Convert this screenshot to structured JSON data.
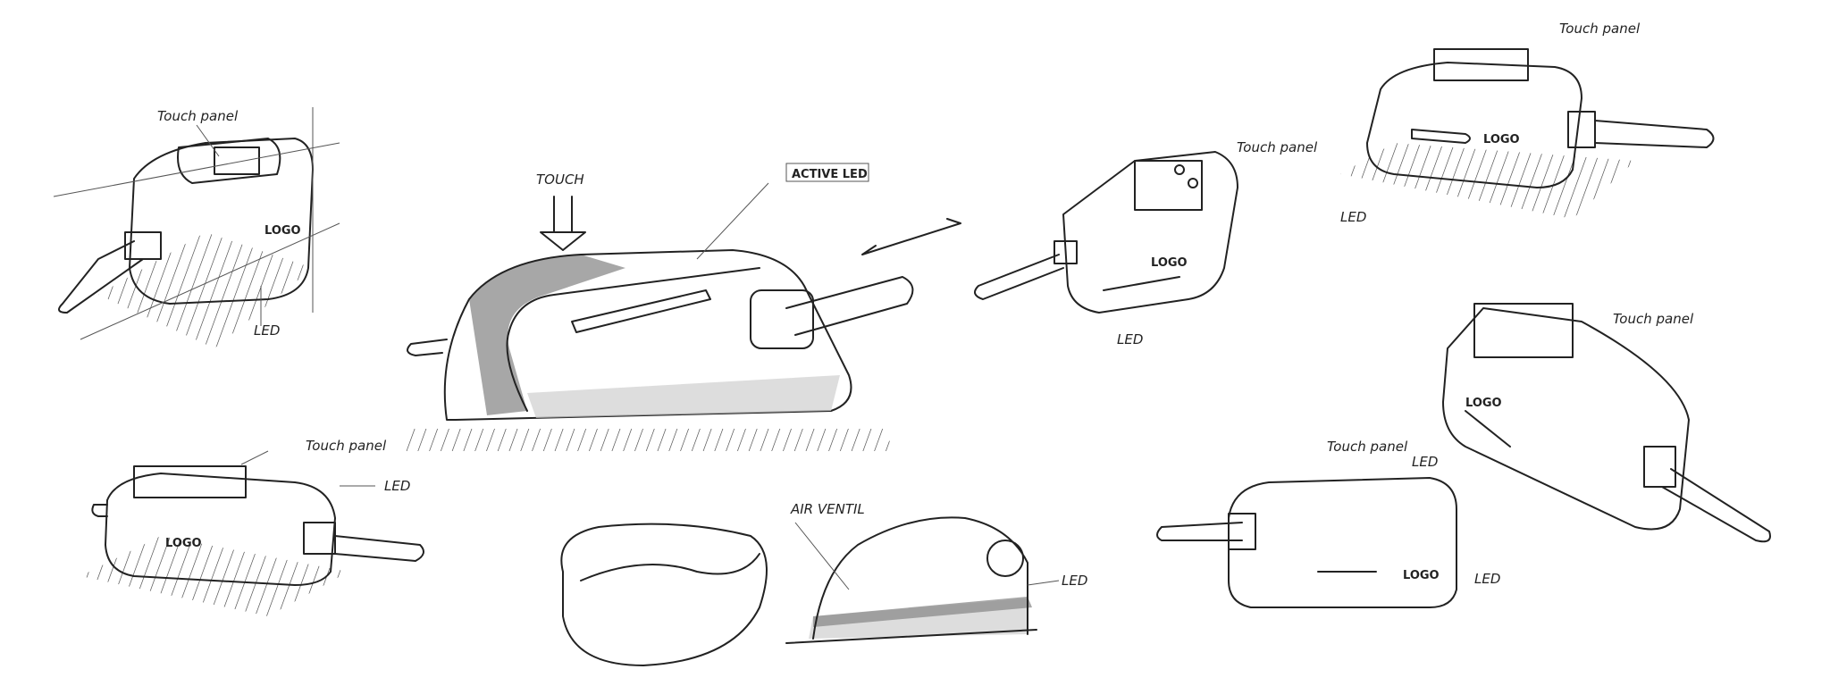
{
  "sketches": [
    {
      "touch_panel": "Touch panel",
      "logo": "LOGO",
      "led": "LED"
    },
    {
      "touch": "TOUCH",
      "active_led": "ACTIVE LED"
    },
    {
      "touch_panel": "Touch panel",
      "logo": "LOGO",
      "led": "LED"
    },
    {
      "air_vent": "AIR VENTIL",
      "led": "LED"
    },
    {
      "touch_panel": "Touch panel",
      "logo": "LOGO",
      "led": "LED"
    },
    {
      "touch_panel": "Touch panel",
      "logo": "LOGO",
      "led": "LED"
    },
    {
      "touch_panel": "Touch panel",
      "logo": "LOGO",
      "led": "LED"
    },
    {
      "touch_panel": "Touch panel",
      "logo": "LOGO",
      "led": "LED"
    }
  ],
  "colors": {
    "ink": "#222222",
    "marker": "#8a8a8a",
    "paper": "#ffffff"
  }
}
